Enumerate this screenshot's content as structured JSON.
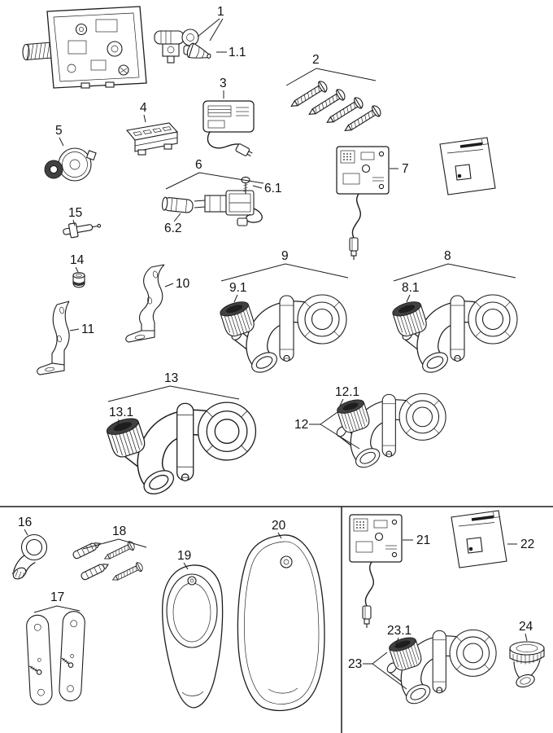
{
  "page": {
    "kind": "exploded-spare-parts-line-diagram",
    "colors": {
      "background": "#ffffff",
      "line": "#1c1c1c",
      "seal_fill": "#414141"
    }
  },
  "labels": {
    "l1": "1",
    "l1_1": "1.1",
    "l2": "2",
    "l3": "3",
    "l4": "4",
    "l5": "5",
    "l6": "6",
    "l6_1": "6.1",
    "l6_2": "6.2",
    "l7": "7",
    "l8": "8",
    "l8_1": "8.1",
    "l9": "9",
    "l9_1": "9.1",
    "l10": "10",
    "l11": "11",
    "l12": "12",
    "l12_1": "12.1",
    "l13": "13",
    "l13_1": "13.1",
    "l14": "14",
    "l15": "15",
    "l16": "16",
    "l17": "17",
    "l18": "18",
    "l19": "19",
    "l20": "20",
    "l21": "21",
    "l22": "22",
    "l23": "23",
    "l23_1": "23.1",
    "l24": "24"
  },
  "parts": [
    {
      "number": "1",
      "drawing": "control-box-with-flush-valve"
    },
    {
      "number": "1.1",
      "drawing": "valve-plug"
    },
    {
      "number": "2",
      "drawing": "fixing-screws"
    },
    {
      "number": "3",
      "drawing": "power-supply-with-plug-cable"
    },
    {
      "number": "4",
      "drawing": "mounting-rail"
    },
    {
      "number": "5",
      "drawing": "seal-ring-set"
    },
    {
      "number": "6",
      "drawing": "solenoid-valve"
    },
    {
      "number": "6.1",
      "drawing": "fastening-screw"
    },
    {
      "number": "6.2",
      "drawing": "valve-cartridge"
    },
    {
      "number": "7",
      "drawing": "control-unit-with-cable"
    },
    {
      "number": "8",
      "drawing": "flush-bend-with-coupling"
    },
    {
      "number": "8.1",
      "drawing": "ribbed-coupling"
    },
    {
      "number": "9",
      "drawing": "flush-bend-with-coupling"
    },
    {
      "number": "9.1",
      "drawing": "ribbed-coupling"
    },
    {
      "number": "10",
      "drawing": "mounting-bracket"
    },
    {
      "number": "11",
      "drawing": "mounting-bracket"
    },
    {
      "number": "12",
      "drawing": "outlet-bend-with-coupling"
    },
    {
      "number": "12.1",
      "drawing": "ribbed-coupling"
    },
    {
      "number": "13",
      "drawing": "outlet-bend-large"
    },
    {
      "number": "13.1",
      "drawing": "ribbed-coupling"
    },
    {
      "number": "14",
      "drawing": "sleeve"
    },
    {
      "number": "15",
      "drawing": "pin"
    },
    {
      "number": "16",
      "drawing": "elbow-connector"
    },
    {
      "number": "17",
      "drawing": "mounting-plates"
    },
    {
      "number": "18",
      "drawing": "wall-plugs-and-screws"
    },
    {
      "number": "19",
      "drawing": "urinal-bowl"
    },
    {
      "number": "20",
      "drawing": "urinal-bowl"
    },
    {
      "number": "21",
      "drawing": "control-unit-with-cable"
    },
    {
      "number": "22",
      "drawing": "instruction-sheet"
    },
    {
      "number": "23",
      "drawing": "outlet-bend-with-coupling"
    },
    {
      "number": "23.1",
      "drawing": "ribbed-coupling"
    },
    {
      "number": "24",
      "drawing": "outlet-elbow"
    }
  ],
  "unnumbered": [
    "instruction-sheet-top-right"
  ]
}
